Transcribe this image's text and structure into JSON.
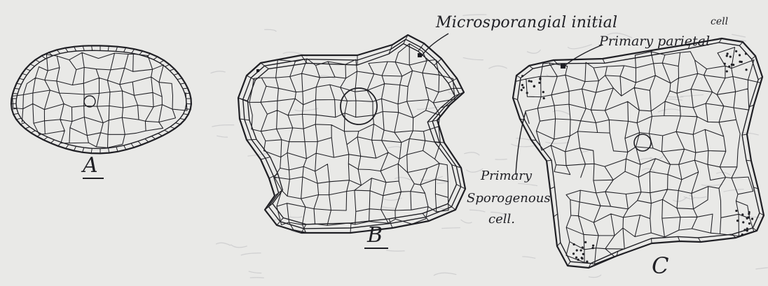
{
  "figures": {
    "a": {
      "label": "A"
    },
    "b": {
      "label": "B"
    },
    "c": {
      "label": "C"
    }
  },
  "annotations": {
    "microsporangial_initial": "Microsporangial initial",
    "primary_parietal": "Primary parietal",
    "primary_parietal_extra": "cell",
    "primary_sporogenous": [
      "Primary",
      "Sporogenous",
      "cell."
    ]
  },
  "colors": {
    "paper": "#e9e9e7",
    "ink": "#1f1f24",
    "bleed": "#b9b9bd"
  }
}
